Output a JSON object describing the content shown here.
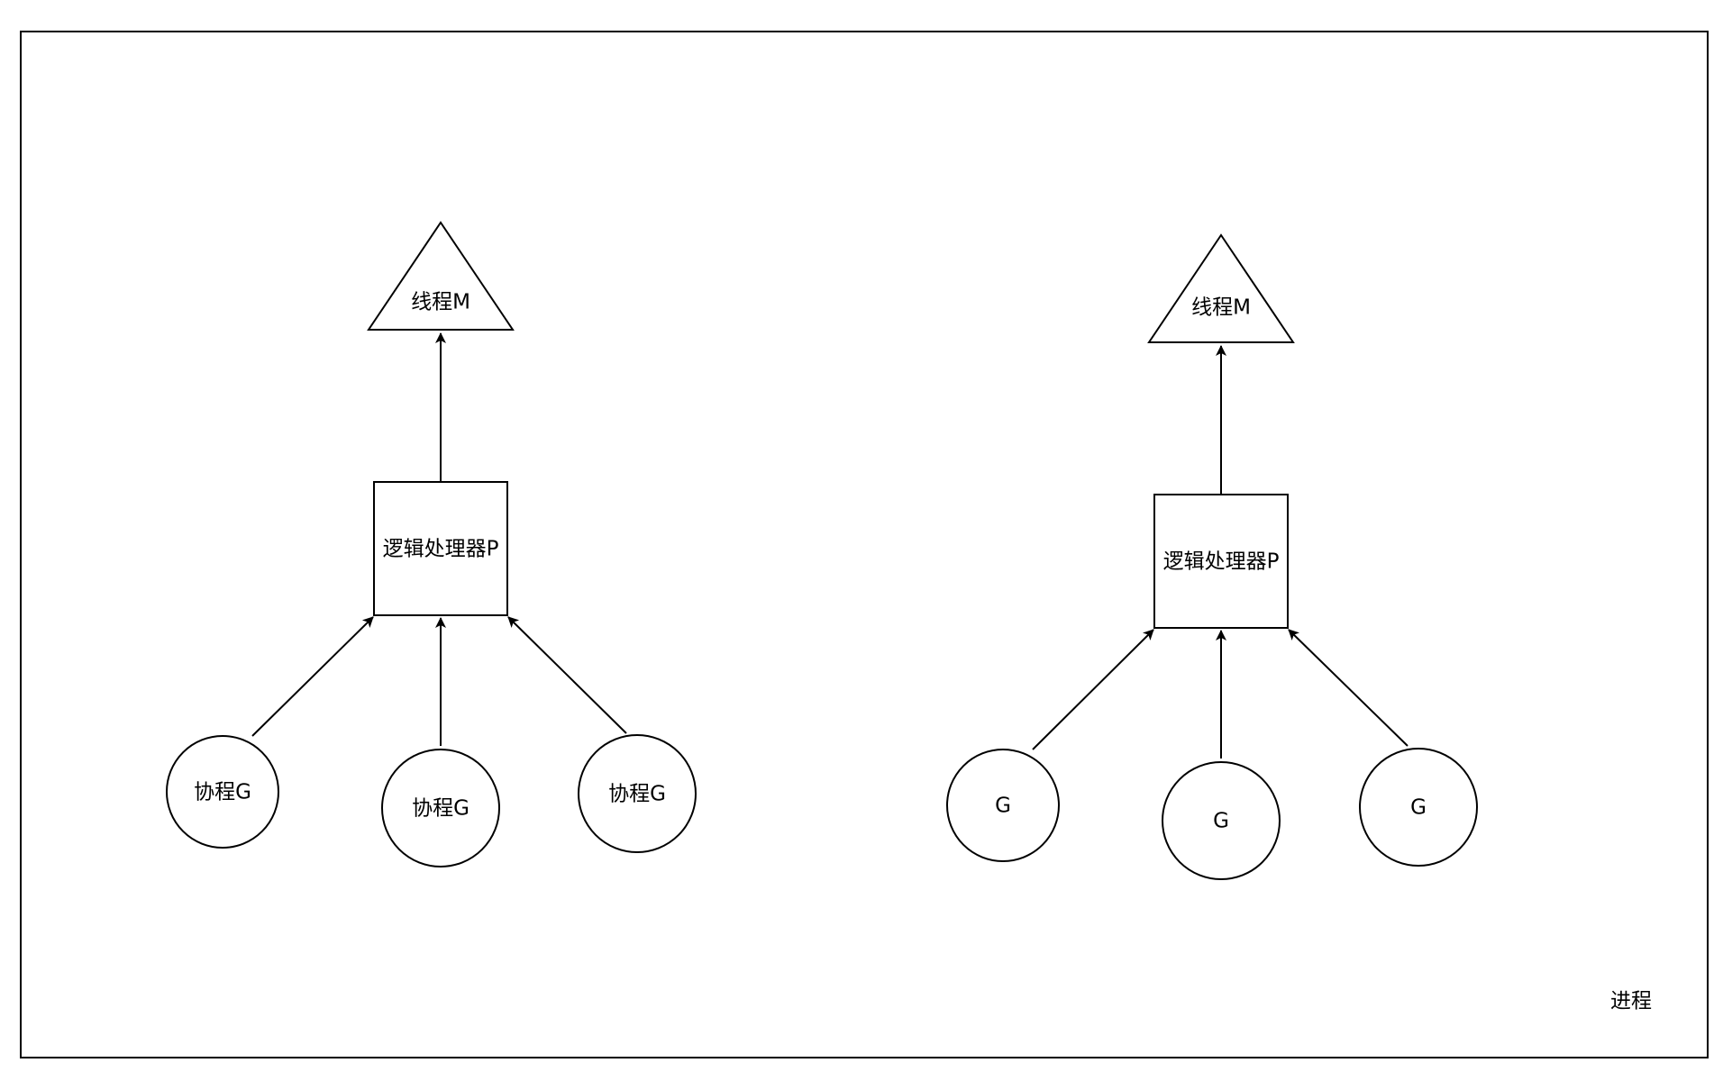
{
  "process": {
    "label": "进程"
  },
  "groups": [
    {
      "thread": "线程M",
      "processor": "逻辑处理器P",
      "goroutines": [
        "协程G",
        "协程G",
        "协程G"
      ]
    },
    {
      "thread": "线程M",
      "processor": "逻辑处理器P",
      "goroutines": [
        "G",
        "G",
        "G"
      ]
    }
  ],
  "colors": {
    "stroke": "#000000",
    "fill": "#ffffff",
    "background": "#ffffff"
  }
}
